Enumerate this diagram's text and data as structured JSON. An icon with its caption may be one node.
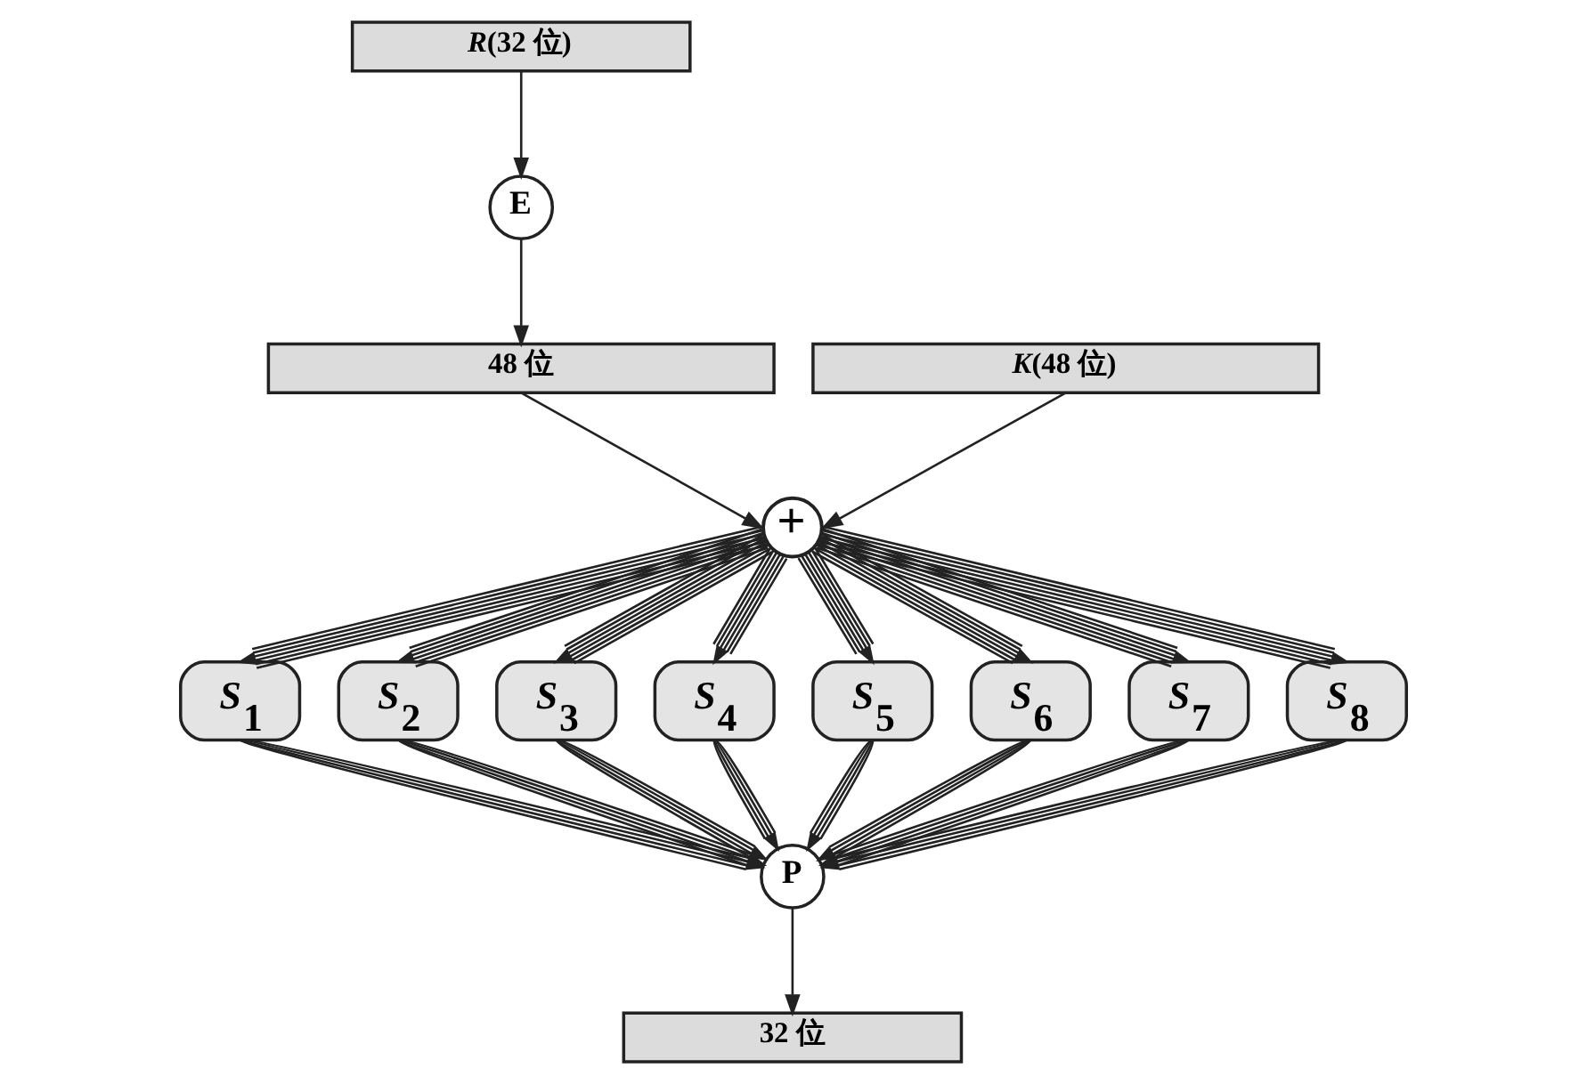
{
  "diagram": {
    "nodes": [
      {
        "text": [
          "*R*(32 位)"
        ]
      },
      {
        "text": [
          "E"
        ]
      },
      {
        "text": [
          "48 位"
        ]
      },
      {
        "text": [
          "*K*(48 位)"
        ]
      },
      {
        "text": [
          "+"
        ]
      },
      {
        "text": [
          "*S*$_{1}$"
        ]
      },
      {
        "text": [
          "*S*$_{2}$"
        ]
      },
      {
        "text": [
          "*S*$_{3}$"
        ]
      },
      {
        "text": [
          "*S*$_{4}$"
        ]
      },
      {
        "text": [
          "*S*$_{5}$"
        ]
      },
      {
        "text": [
          "*S*$_{6}$"
        ]
      },
      {
        "text": [
          "*S*$_{7}$"
        ]
      },
      {
        "text": [
          "*S*$_{8}$"
        ]
      },
      {
        "text": [
          "P"
        ]
      },
      {
        "text": [
          "32 位"
        ]
      }
    ],
    "edges": [
      {
        "from": 0,
        "to": 1,
        "arrow": "to"
      },
      {
        "from": 1,
        "to": 2,
        "arrow": "to"
      },
      {
        "from": 2,
        "to": 4,
        "arrow": "to"
      },
      {
        "from": 3,
        "to": 4,
        "arrow": "to"
      },
      {
        "from": 4,
        "to": 5,
        "arrow": "to"
      },
      {
        "from": 4,
        "to": 6,
        "arrow": "to"
      },
      {
        "from": 4,
        "to": 7,
        "arrow": "to"
      },
      {
        "from": 4,
        "to": 8,
        "arrow": "to"
      },
      {
        "from": 4,
        "to": 9,
        "arrow": "to"
      },
      {
        "from": 4,
        "to": 10,
        "arrow": "to"
      },
      {
        "from": 4,
        "to": 11,
        "arrow": "to"
      },
      {
        "from": 4,
        "to": 12,
        "arrow": "to"
      },
      {
        "from": 5,
        "to": 13,
        "arrow": "to"
      },
      {
        "from": 6,
        "to": 13,
        "arrow": "to"
      },
      {
        "from": 7,
        "to": 13,
        "arrow": "to"
      },
      {
        "from": 8,
        "to": 13,
        "arrow": "to"
      },
      {
        "from": 9,
        "to": 13,
        "arrow": "to"
      },
      {
        "from": 10,
        "to": 13,
        "arrow": "to"
      },
      {
        "from": 11,
        "to": 13,
        "arrow": "to"
      },
      {
        "from": 12,
        "to": 13,
        "arrow": "to"
      },
      {
        "from": 13,
        "to": 14,
        "arrow": "to"
      }
    ]
  }
}
